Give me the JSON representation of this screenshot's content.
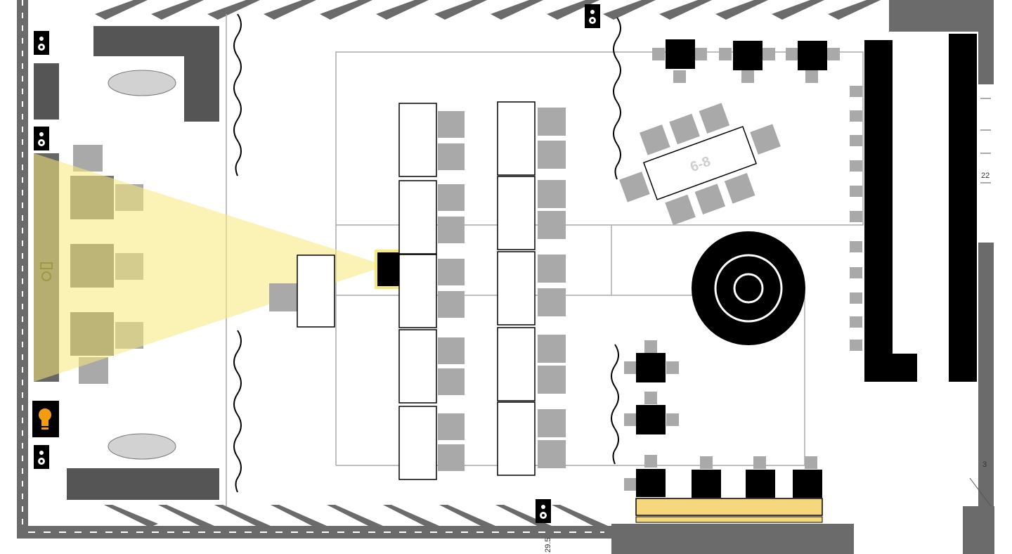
{
  "floor_plan": {
    "table_label": "6-8",
    "dimensions": {
      "right_upper": "22",
      "right_lower": "3",
      "bottom": "29.5"
    },
    "colors": {
      "wall": "#6b6b6b",
      "dark_block": "#555555",
      "chair": "#a9a9a9",
      "table_black": "#000000",
      "projection": "#f7e97a",
      "stage": "#f6d77d",
      "lamp": "#f39c12"
    },
    "icons": [
      "speaker-icon",
      "lamp-icon",
      "projector-icon",
      "dance-floor-target-icon"
    ]
  }
}
